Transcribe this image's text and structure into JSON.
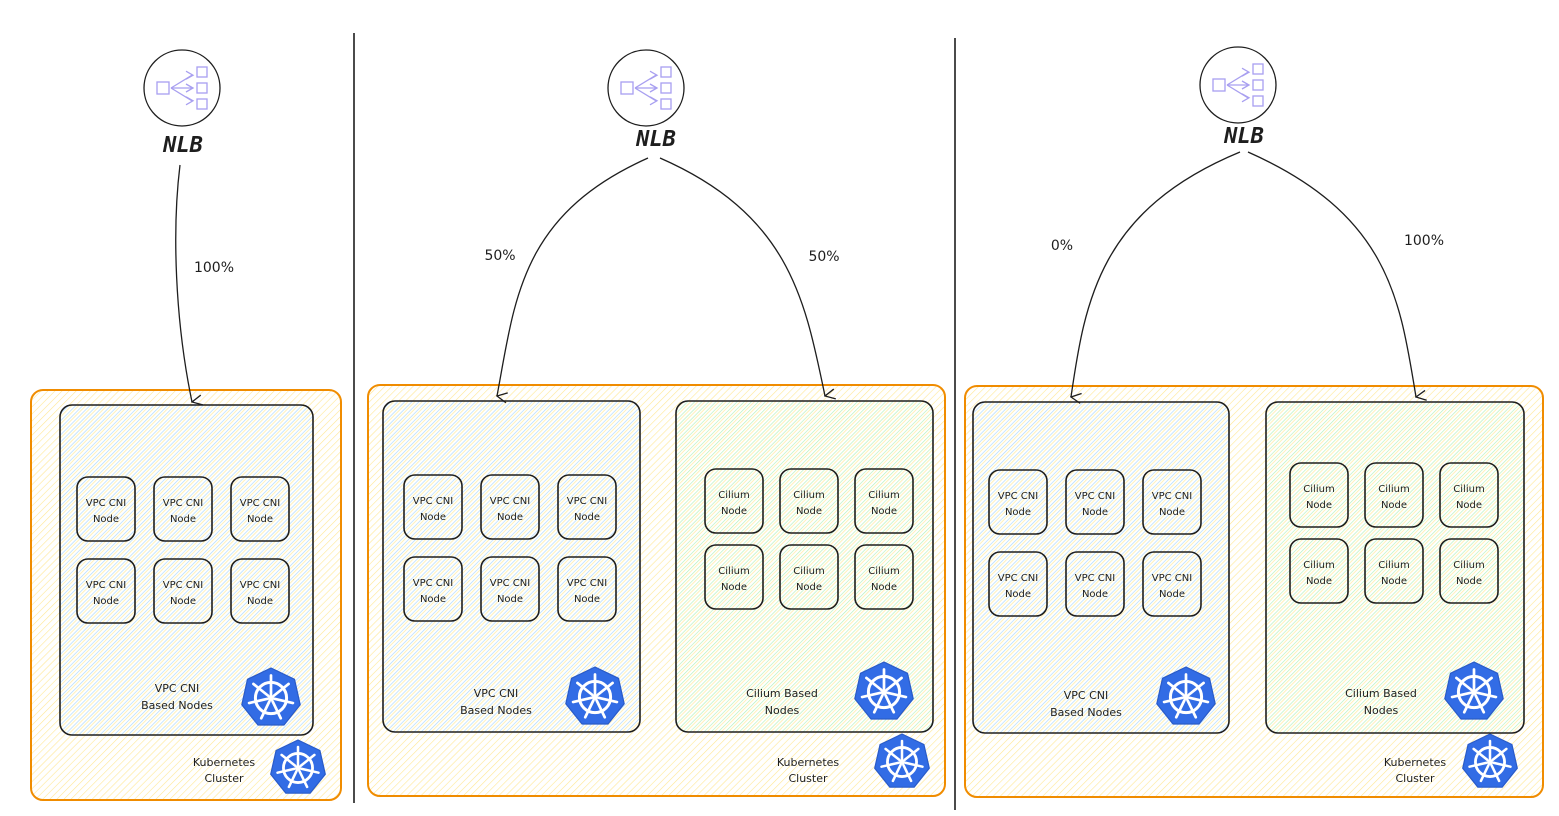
{
  "colors": {
    "cluster_stroke": "#f08c00",
    "cluster_hatch": "#ffec99",
    "vpc_hatch": "#a5d8ff",
    "cilium_hatch": "#b2f2bb",
    "stroke": "#1e1e1e",
    "nlb_icon": "#a89ff0",
    "k8s_blue": "#326ce5"
  },
  "scenarios": [
    {
      "nlb_label": "NLB",
      "routes": [
        {
          "label": "100%",
          "target": "vpc"
        }
      ],
      "cluster_label_line1": "Kubernetes",
      "cluster_label_line2": "Cluster",
      "groups": [
        {
          "type": "vpc",
          "label_line1": "VPC CNI",
          "label_line2": "Based Nodes",
          "nodes": [
            {
              "line1": "VPC CNI",
              "line2": "Node"
            },
            {
              "line1": "VPC CNI",
              "line2": "Node"
            },
            {
              "line1": "VPC CNI",
              "line2": "Node"
            },
            {
              "line1": "VPC CNI",
              "line2": "Node"
            },
            {
              "line1": "VPC CNI",
              "line2": "Node"
            },
            {
              "line1": "VPC CNI",
              "line2": "Node"
            }
          ]
        }
      ]
    },
    {
      "nlb_label": "NLB",
      "routes": [
        {
          "label": "50%",
          "target": "vpc"
        },
        {
          "label": "50%",
          "target": "cilium"
        }
      ],
      "cluster_label_line1": "Kubernetes",
      "cluster_label_line2": "Cluster",
      "groups": [
        {
          "type": "vpc",
          "label_line1": "VPC CNI",
          "label_line2": "Based Nodes",
          "nodes": [
            {
              "line1": "VPC CNI",
              "line2": "Node"
            },
            {
              "line1": "VPC CNI",
              "line2": "Node"
            },
            {
              "line1": "VPC CNI",
              "line2": "Node"
            },
            {
              "line1": "VPC CNI",
              "line2": "Node"
            },
            {
              "line1": "VPC CNI",
              "line2": "Node"
            },
            {
              "line1": "VPC CNI",
              "line2": "Node"
            }
          ]
        },
        {
          "type": "cilium",
          "label_line1": "Cilium Based",
          "label_line2": "Nodes",
          "nodes": [
            {
              "line1": "Cilium",
              "line2": "Node"
            },
            {
              "line1": "Cilium",
              "line2": "Node"
            },
            {
              "line1": "Cilium",
              "line2": "Node"
            },
            {
              "line1": "Cilium",
              "line2": "Node"
            },
            {
              "line1": "Cilium",
              "line2": "Node"
            },
            {
              "line1": "Cilium",
              "line2": "Node"
            }
          ]
        }
      ]
    },
    {
      "nlb_label": "NLB",
      "routes": [
        {
          "label": "0%",
          "target": "vpc"
        },
        {
          "label": "100%",
          "target": "cilium"
        }
      ],
      "cluster_label_line1": "Kubernetes",
      "cluster_label_line2": "Cluster",
      "groups": [
        {
          "type": "vpc",
          "label_line1": "VPC CNI",
          "label_line2": "Based Nodes",
          "nodes": [
            {
              "line1": "VPC CNI",
              "line2": "Node"
            },
            {
              "line1": "VPC CNI",
              "line2": "Node"
            },
            {
              "line1": "VPC CNI",
              "line2": "Node"
            },
            {
              "line1": "VPC CNI",
              "line2": "Node"
            },
            {
              "line1": "VPC CNI",
              "line2": "Node"
            },
            {
              "line1": "VPC CNI",
              "line2": "Node"
            }
          ]
        },
        {
          "type": "cilium",
          "label_line1": "Cilium Based",
          "label_line2": "Nodes",
          "nodes": [
            {
              "line1": "Cilium",
              "line2": "Node"
            },
            {
              "line1": "Cilium",
              "line2": "Node"
            },
            {
              "line1": "Cilium",
              "line2": "Node"
            },
            {
              "line1": "Cilium",
              "line2": "Node"
            },
            {
              "line1": "Cilium",
              "line2": "Node"
            },
            {
              "line1": "Cilium",
              "line2": "Node"
            }
          ]
        }
      ]
    }
  ]
}
